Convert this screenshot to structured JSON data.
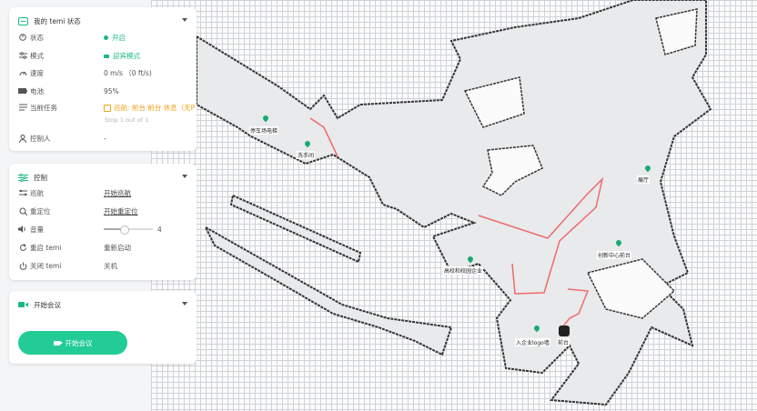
{
  "status_panel": {
    "title": "我的 temi 状态",
    "rows": {
      "state": {
        "label": "状态",
        "value": "开启"
      },
      "mode": {
        "label": "模式",
        "value": "迎宾模式"
      },
      "speed": {
        "label": "速度",
        "value": "0 m/s （0 ft/s)"
      },
      "battery": {
        "label": "电池",
        "value": "95%"
      },
      "task": {
        "label": "当前任务",
        "value": "巡航: 前台 前台 休息（无P",
        "sub": "Stop 1 out of 1"
      },
      "controller": {
        "label": "控制人",
        "value": "-"
      }
    },
    "accent_color": "#1db785",
    "task_color": "#f0a21b"
  },
  "control_panel": {
    "title": "控制",
    "rows": {
      "cruise": {
        "label": "巡航",
        "value": "开始巡航"
      },
      "relocate": {
        "label": "重定位",
        "value": "开始重定位"
      },
      "volume": {
        "label": "音量",
        "value": "4",
        "level": 0.4
      },
      "restart": {
        "label": "重启 temi",
        "value": "重新启动"
      },
      "shutdown": {
        "label": "关闭 temi",
        "value": "关机"
      }
    }
  },
  "meeting_panel": {
    "title": "开始会议",
    "button_label": "开始会议",
    "button_color": "#23cc95"
  },
  "map": {
    "pois": {
      "parking": "停车场电梯",
      "restroom": "洗手间",
      "exhibition": "展厅",
      "innovation": "高校和校园企业",
      "service": "创新中心前台",
      "entrance": "入企业logo墙",
      "front": "前台"
    },
    "route_color": "#f06a6a",
    "poi_color": "#1aa874"
  }
}
